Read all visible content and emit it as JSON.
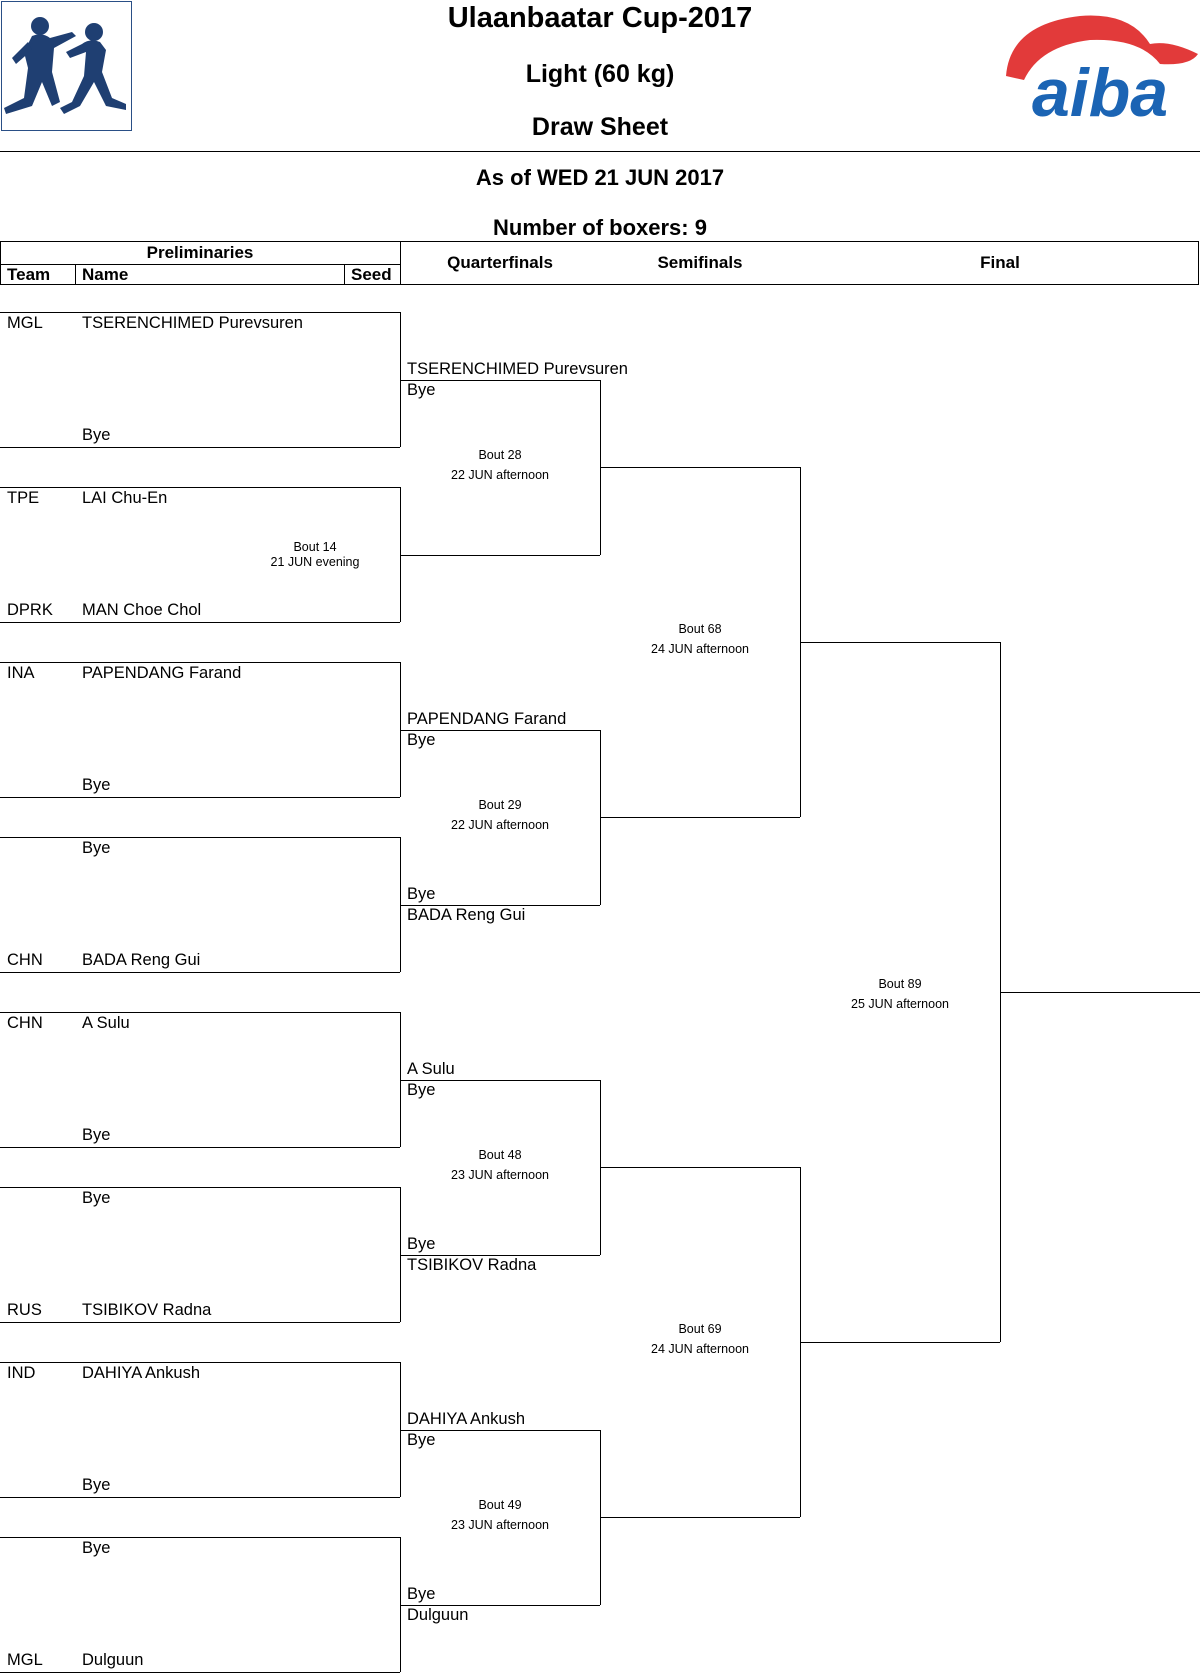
{
  "header": {
    "title": "Ulaanbaatar Cup-2017",
    "weight_class": "Light (60 kg)",
    "sheet": "Draw Sheet",
    "as_of": "As of WED 21 JUN 2017",
    "boxers": "Number of boxers: 9",
    "logo_text": "aiba"
  },
  "columns": {
    "preliminaries": "Preliminaries",
    "team": "Team",
    "name": "Name",
    "seed": "Seed",
    "quarterfinals": "Quarterfinals",
    "semifinals": "Semifinals",
    "final": "Final"
  },
  "prelim": [
    {
      "top_team": "MGL",
      "top_name": "TSERENCHIMED Purevsuren",
      "bot_team": "",
      "bot_name": "Bye",
      "bout": "",
      "time": ""
    },
    {
      "top_team": "TPE",
      "top_name": "LAI Chu-En",
      "bot_team": "DPRK",
      "bot_name": "MAN Choe Chol",
      "bout": "Bout 14",
      "time": "21 JUN evening"
    },
    {
      "top_team": "INA",
      "top_name": "PAPENDANG Farand",
      "bot_team": "",
      "bot_name": "Bye",
      "bout": "",
      "time": ""
    },
    {
      "top_team": "",
      "top_name": "Bye",
      "bot_team": "CHN",
      "bot_name": "BADA Reng Gui",
      "bout": "",
      "time": ""
    },
    {
      "top_team": "CHN",
      "top_name": "A Sulu",
      "bot_team": "",
      "bot_name": "Bye",
      "bout": "",
      "time": ""
    },
    {
      "top_team": "",
      "top_name": "Bye",
      "bot_team": "RUS",
      "bot_name": "TSIBIKOV Radna",
      "bout": "",
      "time": ""
    },
    {
      "top_team": "IND",
      "top_name": "DAHIYA Ankush",
      "bot_team": "",
      "bot_name": "Bye",
      "bout": "",
      "time": ""
    },
    {
      "top_team": "",
      "top_name": "Bye",
      "bot_team": "MGL",
      "bot_name": "Dulguun",
      "bout": "",
      "time": ""
    }
  ],
  "quarter": [
    {
      "top_a": "TSERENCHIMED Purevsuren",
      "top_b": "Bye",
      "bot_a": "",
      "bot_b": "",
      "bout": "Bout 28",
      "time": "22 JUN afternoon"
    },
    {
      "top_a": "PAPENDANG Farand",
      "top_b": "Bye",
      "bot_a": "Bye",
      "bot_b": "BADA Reng Gui",
      "bout": "Bout 29",
      "time": "22 JUN afternoon"
    },
    {
      "top_a": "A Sulu",
      "top_b": "Bye",
      "bot_a": "Bye",
      "bot_b": "TSIBIKOV Radna",
      "bout": "Bout 48",
      "time": "23 JUN afternoon"
    },
    {
      "top_a": "DAHIYA Ankush",
      "top_b": "Bye",
      "bot_a": "Bye",
      "bot_b": "Dulguun",
      "bout": "Bout 49",
      "time": "23 JUN afternoon"
    }
  ],
  "semi": [
    {
      "bout": "Bout 68",
      "time": "24 JUN afternoon"
    },
    {
      "bout": "Bout 69",
      "time": "24 JUN afternoon"
    }
  ],
  "final": {
    "bout": "Bout 89",
    "time": "25 JUN afternoon"
  }
}
